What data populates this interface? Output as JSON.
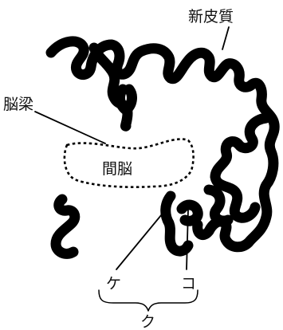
{
  "labels": {
    "neocortex": "新皮質",
    "corpus_callosum": "脳梁",
    "diencephalon": "間脳",
    "ke": "ケ",
    "ko": "コ",
    "ku": "ク"
  },
  "colors": {
    "ink": "#000000",
    "background": "#ffffff"
  }
}
